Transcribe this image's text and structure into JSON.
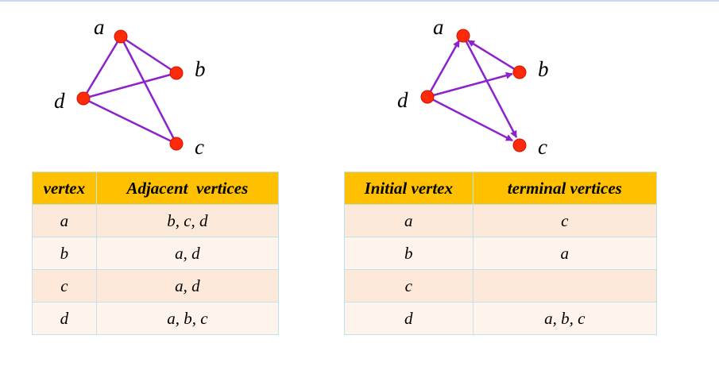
{
  "colors": {
    "edge": "#8b22cc",
    "vertex_fill": "#ff2a0a",
    "vertex_stroke": "#cc1400",
    "header": "#ffc000",
    "row_odd": "#fde9d9",
    "row_even": "#fef4ec"
  },
  "undirected_graph": {
    "vertices": {
      "a": "a",
      "b": "b",
      "c": "c",
      "d": "d"
    }
  },
  "directed_graph": {
    "vertices": {
      "a": "a",
      "b": "b",
      "c": "c",
      "d": "d"
    }
  },
  "left_table": {
    "headers": [
      "vertex",
      "Adjacent  vertices"
    ],
    "rows": [
      [
        "a",
        "b, c, d"
      ],
      [
        "b",
        "a, d"
      ],
      [
        "c",
        "a, d"
      ],
      [
        "d",
        "a, b, c"
      ]
    ]
  },
  "right_table": {
    "headers": [
      "Initial vertex",
      "terminal vertices"
    ],
    "rows": [
      [
        "a",
        "c"
      ],
      [
        "b",
        "a"
      ],
      [
        "c",
        ""
      ],
      [
        "d",
        "a, b, c"
      ]
    ]
  }
}
